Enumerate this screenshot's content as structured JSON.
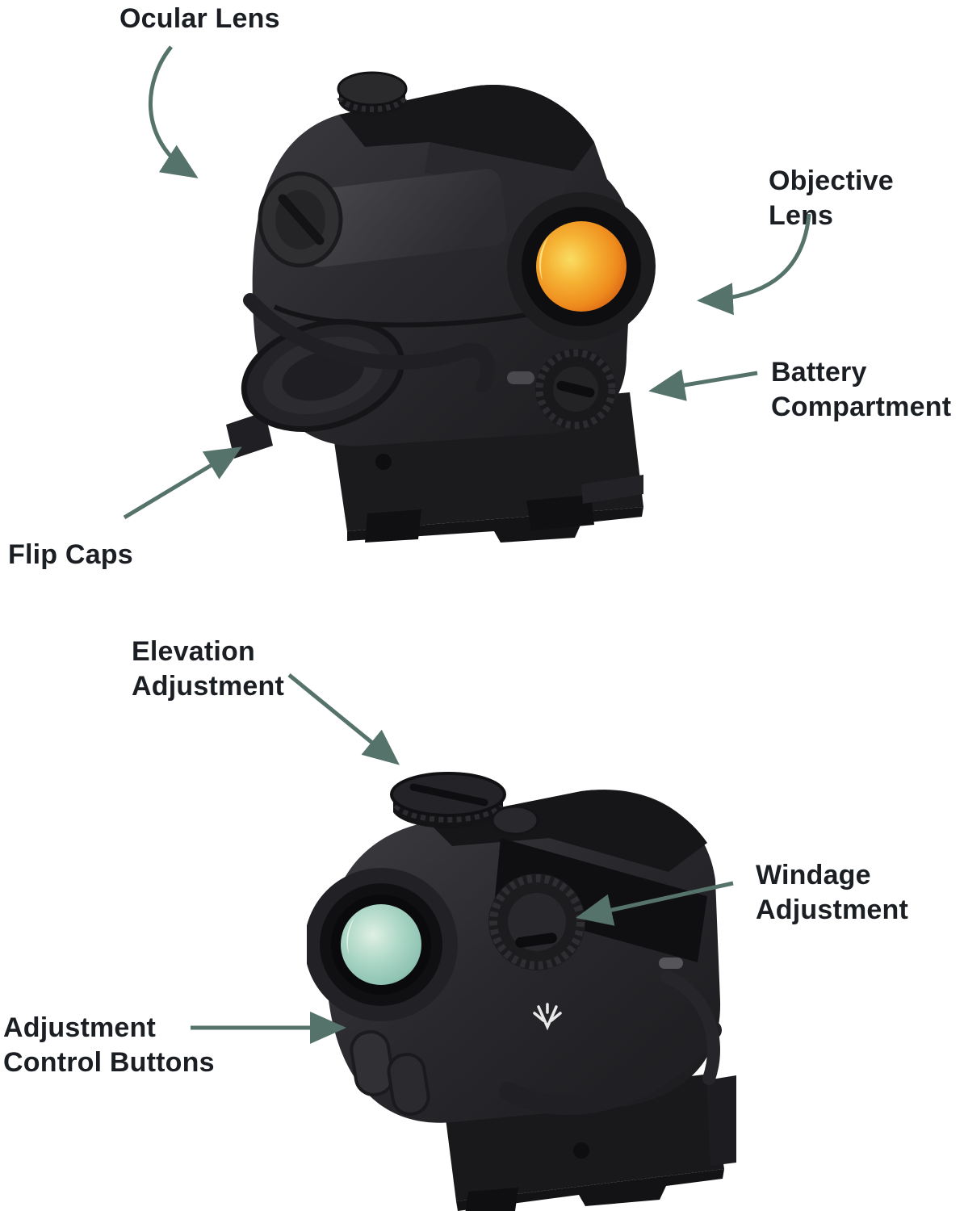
{
  "page": {
    "background": "#FFFFFF",
    "description_title": "Red dot sight parts diagram"
  },
  "colors": {
    "annotation_arrow": "#56736B",
    "label_text": "#1B1F24",
    "sight_body": "#232326",
    "objective_lens_tint": "#EE8A1D",
    "ocular_lens_tint": "#9CCABB"
  },
  "views": {
    "rear_quarter": {
      "labels": {
        "ocular_lens": "Ocular Lens",
        "objective_lens": "Objective Lens",
        "battery_compartment": "Battery\nCompartment",
        "flip_caps": "Flip Caps"
      }
    },
    "front_quarter": {
      "labels": {
        "elevation_adjustment": "Elevation\nAdjustment",
        "windage_adjustment": "Windage\nAdjustment",
        "adjustment_control_buttons": "Adjustment\nControl Buttons"
      },
      "logo_icon": "vortex-bird-logo"
    }
  }
}
